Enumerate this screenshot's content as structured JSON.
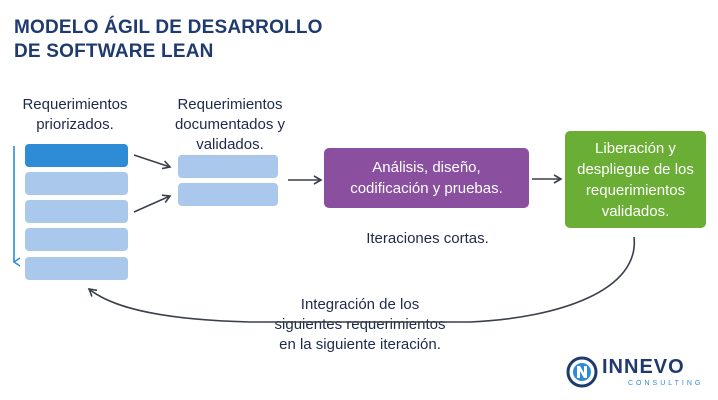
{
  "title": {
    "line1": "MODELO ÁGIL DE DESARROLLO",
    "line2": "DE SOFTWARE LEAN"
  },
  "column1": {
    "label_line1": "Requerimientos",
    "label_line2": "priorizados."
  },
  "column2": {
    "label_line1": "Requerimientos",
    "label_line2": "documentados y",
    "label_line3": "validados."
  },
  "process_box": {
    "line1": "Análisis, diseño,",
    "line2": "codificación y pruebas."
  },
  "release_box": {
    "line1": "Liberación y",
    "line2": "despliegue de los",
    "line3": "requerimientos",
    "line4": "validados."
  },
  "iterations_note": "Iteraciones cortas.",
  "loop_note": {
    "line1": "Integración de los",
    "line2": "siguientes requerimientos",
    "line3": "en la siguiente iteración."
  },
  "logo": {
    "name": "INNEVO",
    "subtitle": "CONSULTING"
  },
  "colors": {
    "title": "#1f3b6e",
    "bar_light": "#a9c8ec",
    "bar_dark": "#2e8bd6",
    "purple": "#8b4fa0",
    "green": "#6aae35",
    "arrow": "#3a3f4a"
  }
}
